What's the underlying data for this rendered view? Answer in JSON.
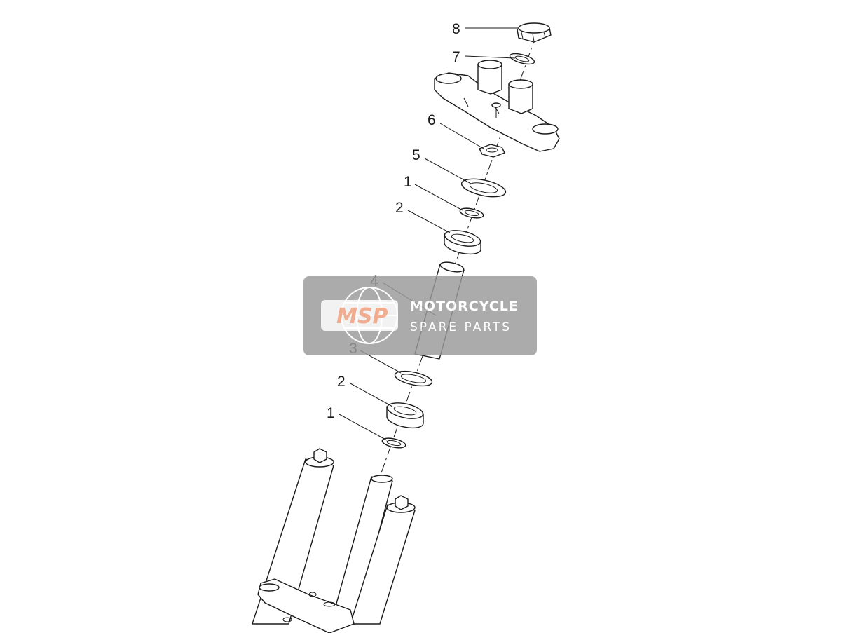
{
  "callouts": [
    {
      "label": "8"
    },
    {
      "label": "7"
    },
    {
      "label": "6"
    },
    {
      "label": "5"
    },
    {
      "label": "1"
    },
    {
      "label": "2"
    },
    {
      "label": "4"
    },
    {
      "label": "3"
    },
    {
      "label": "2"
    },
    {
      "label": "1"
    }
  ],
  "watermark": {
    "logo": "MSP",
    "title": "MOTORCYCLE",
    "subtitle": "SPARE PARTS"
  },
  "colors": {
    "line": "#1a1a1a",
    "watermark_bg": "#9a9a9a",
    "watermark_logo": "#f0a080"
  }
}
